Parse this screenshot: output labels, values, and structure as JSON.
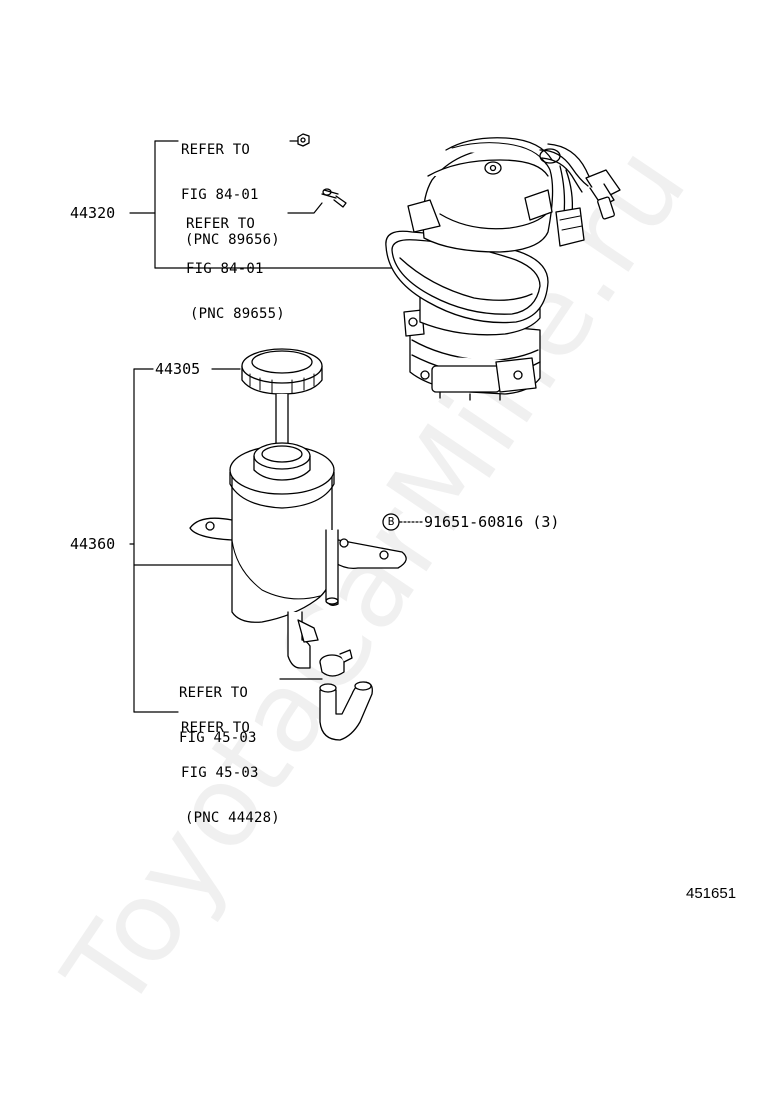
{
  "labels": {
    "refer_1": {
      "line1": "REFER TO",
      "line2": "FIG 84-01",
      "line3": "(PNC 89656)"
    },
    "refer_2": {
      "line1": "REFER TO",
      "line2": "FIG 84-01",
      "line3": "(PNC 89655)"
    },
    "refer_3": {
      "line1": "REFER TO",
      "line2": "FIG 45-03"
    },
    "refer_4": {
      "line1": "REFER TO",
      "line2": "FIG 45-03",
      "line3": "(PNC 44428)"
    }
  },
  "parts": {
    "p44320": "44320",
    "p44305": "44305",
    "p44360": "44360",
    "bolt_marker": "B",
    "bolt_number": "91651-60816",
    "bolt_qty": "(3)"
  },
  "illustration_id": "451651",
  "watermark": "ToyotaCarMine.ru"
}
